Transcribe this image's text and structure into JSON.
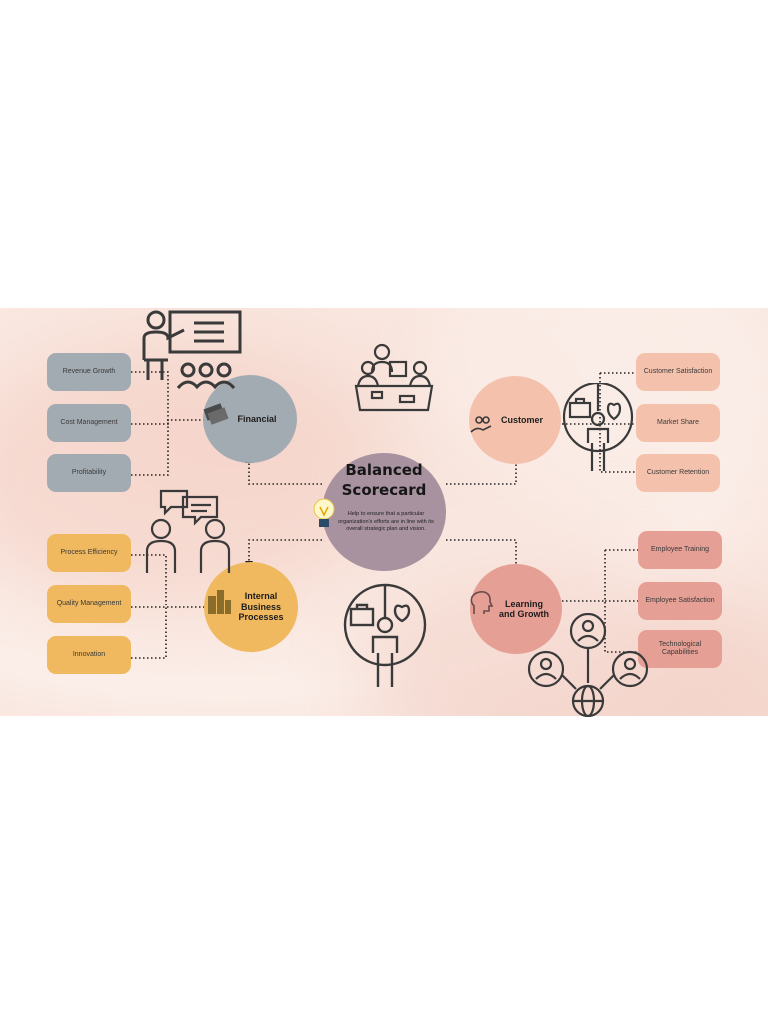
{
  "center": {
    "title_line1": "Balanced",
    "title_line2": "Scorecard",
    "description": "Help to ensure that a particular organization's efforts are in line with its overall strategic plan and vision."
  },
  "hubs": {
    "financial": "Financial",
    "customer": "Customer",
    "internal": "Internal Business Processes",
    "learning": "Learning and Growth"
  },
  "financial_items": [
    "Revenue Growth",
    "Cost Management",
    "Profitability"
  ],
  "internal_items": [
    "Process Efficiency",
    "Quality Management",
    "Innovation"
  ],
  "customer_items": [
    "Customer Satisfaction",
    "Market Share",
    "Customer Retention"
  ],
  "learning_items": [
    "Employee Training",
    "Employee Satisfaction",
    "Technological Capabilities"
  ],
  "colors": {
    "financial": "#a3abb2",
    "internal": "#f0b85f",
    "customer": "#f4c2ac",
    "learning": "#e59f94",
    "center": "#a8929f"
  }
}
